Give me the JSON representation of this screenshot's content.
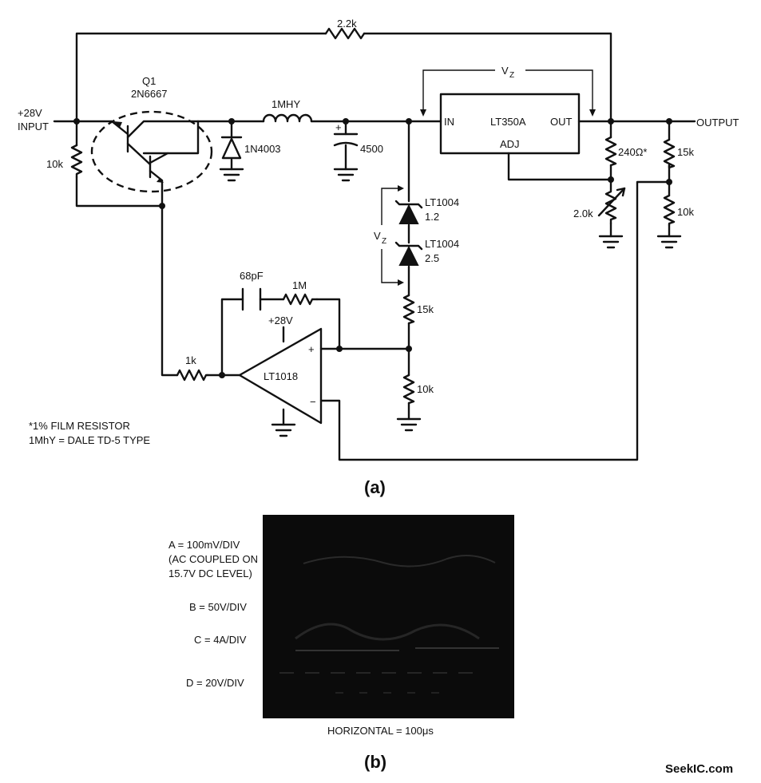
{
  "figure": {
    "caption_a": "(a)",
    "caption_b": "(b)",
    "watermark": "SeekIC.com"
  },
  "components": {
    "r_top": "2.2k",
    "q1_ref": "Q1",
    "q1_part": "2N6667",
    "input_voltage": "+28V",
    "input_label": "INPUT",
    "r_in": "10k",
    "diode": "1N4003",
    "inductor": "1MHY",
    "cap_main": "4500",
    "cap_plus": "+",
    "regulator": "LT350A",
    "reg_in": "IN",
    "reg_out": "OUT",
    "reg_adj": "ADJ",
    "vz_top": "V",
    "vz_top_sub": "Z",
    "output_label": "OUTPUT",
    "r_240": "240Ω*",
    "pot": "2.0k",
    "r_div_top": "15k",
    "r_div_bot": "10k",
    "zener1_part": "LT1004",
    "zener1_val": "1.2",
    "zener2_part": "LT1004",
    "zener2_val": "2.5",
    "vz_left": "V",
    "vz_left_sub": "Z",
    "cap_fb": "68pF",
    "r_fb": "1M",
    "opamp_supply": "+28V",
    "opamp": "LT1018",
    "opamp_plus": "+",
    "opamp_minus": "−",
    "r_1k": "1k",
    "r_mid_top": "15k",
    "r_mid_bot": "10k"
  },
  "notes": {
    "line1": "*1% FILM RESISTOR",
    "line2": "1MhY = DALE TD-5 TYPE"
  },
  "scope": {
    "label_a": "A = 100mV/DIV",
    "label_a2": "(AC COUPLED ON",
    "label_a3": "15.7V DC LEVEL)",
    "label_b": "B = 50V/DIV",
    "label_c": "C = 4A/DIV",
    "label_d": "D = 20V/DIV",
    "horizontal": "HORIZONTAL = 100μs"
  }
}
